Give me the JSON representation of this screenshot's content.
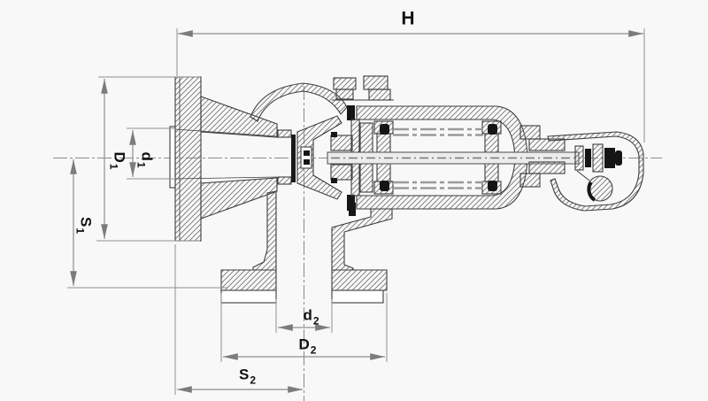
{
  "drawing": {
    "description": "Cross-section technical drawing of an angle safety valve with spring housing and lever cap",
    "colors": {
      "background": "#f8f8f8",
      "outline": "#3d3d3d",
      "hatch": "#6f6f6f",
      "dimension_lines": "#8f8f8f",
      "labels": "#111111",
      "solid_black_parts": "#161616"
    },
    "dims": {
      "H": {
        "main": "H",
        "sub": ""
      },
      "D1": {
        "main": "D",
        "sub": "1"
      },
      "d1": {
        "main": "d",
        "sub": "1"
      },
      "S1": {
        "main": "S",
        "sub": "1"
      },
      "d2": {
        "main": "d",
        "sub": "2"
      },
      "D2": {
        "main": "D",
        "sub": "2"
      },
      "S2": {
        "main": "S",
        "sub": "2"
      }
    }
  }
}
